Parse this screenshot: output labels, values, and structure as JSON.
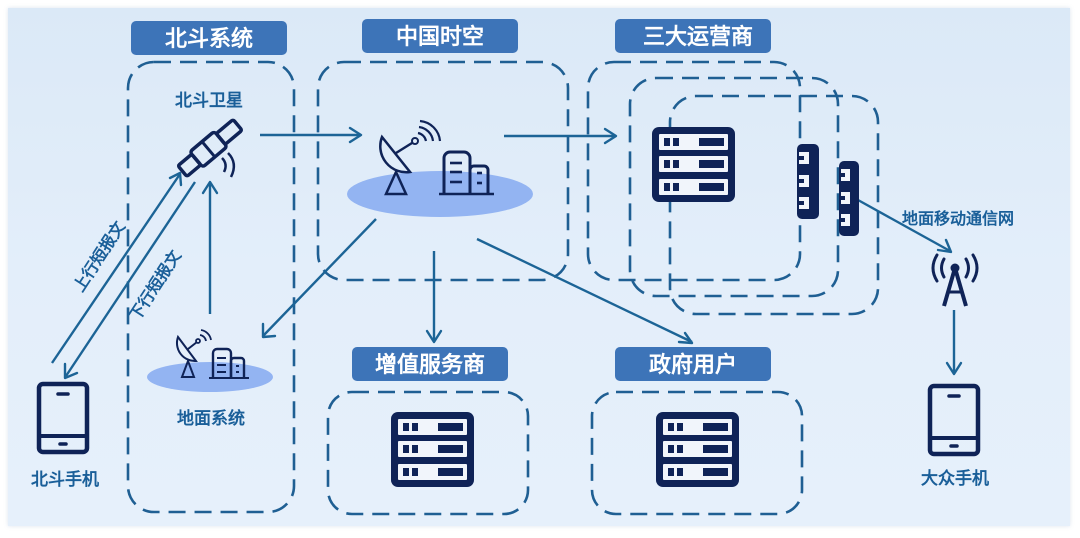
{
  "diagram": {
    "title": "北斗短报文通信系统架构",
    "groups": {
      "beidou_system": {
        "header": "北斗系统",
        "satellite_label": "北斗卫星",
        "ground_label": "地面系统"
      },
      "china_spacetime": {
        "header": "中国时空"
      },
      "carriers": {
        "header": "三大运营商"
      },
      "value_added": {
        "header": "增值服务商"
      },
      "government": {
        "header": "政府用户"
      }
    },
    "nodes": {
      "beidou_phone": "北斗手机",
      "public_phone": "大众手机",
      "mobile_network": "地面移动通信网"
    },
    "edge_labels": {
      "uplink": "上行短报文",
      "downlink": "下行短报文"
    },
    "edges": [
      {
        "from": "北斗手机",
        "to": "北斗卫星",
        "label": "上行短报文"
      },
      {
        "from": "北斗卫星",
        "to": "北斗手机",
        "label": "下行短报文"
      },
      {
        "from": "地面系统",
        "to": "北斗卫星",
        "label": ""
      },
      {
        "from": "北斗卫星",
        "to": "中国时空",
        "label": ""
      },
      {
        "from": "中国时空",
        "to": "地面系统",
        "label": ""
      },
      {
        "from": "中国时空",
        "to": "三大运营商",
        "label": ""
      },
      {
        "from": "中国时空",
        "to": "增值服务商",
        "label": ""
      },
      {
        "from": "中国时空",
        "to": "政府用户",
        "label": ""
      },
      {
        "from": "三大运营商",
        "to": "地面移动通信网",
        "label": ""
      },
      {
        "from": "地面移动通信网",
        "to": "大众手机",
        "label": ""
      }
    ],
    "colors": {
      "header_bg": "#3d74b8",
      "line": "#1c6496",
      "icon": "#0f2357",
      "label": "#1a5f99",
      "disc": "#93b4f2",
      "background": "#e2edf9"
    }
  }
}
